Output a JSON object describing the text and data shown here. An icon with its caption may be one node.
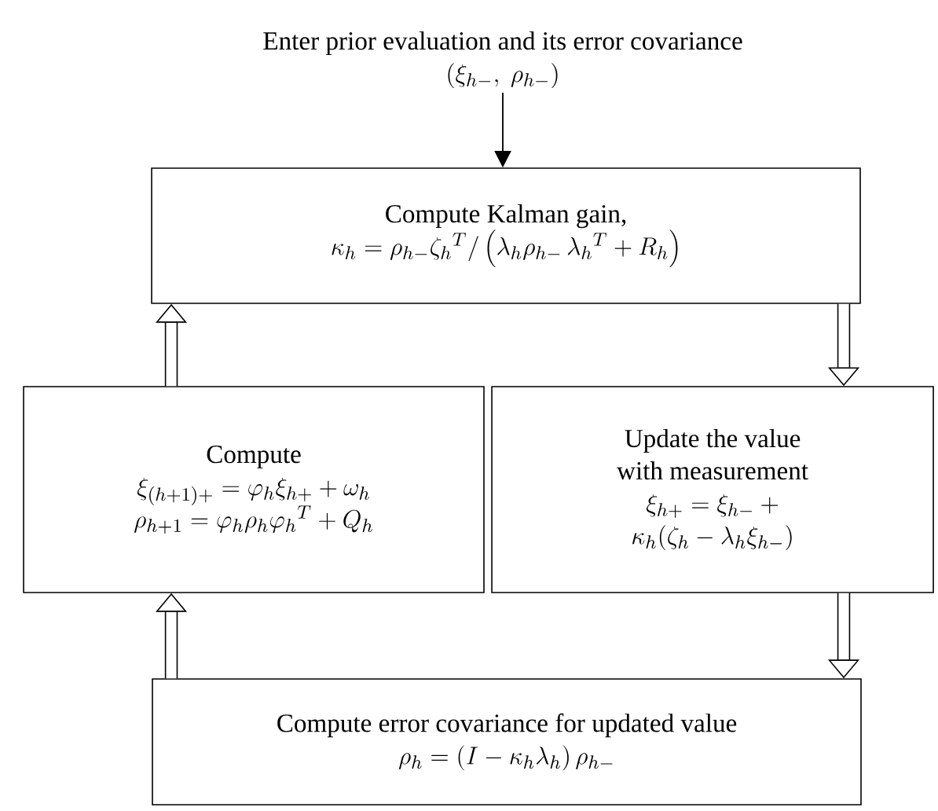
{
  "diagram": {
    "nodes": [
      {
        "text": [
          "Enter prior evaluation and its error covariance",
          "(\\xi_{h-},\\ \\rho_{h-})"
        ]
      },
      {
        "text": [
          "Compute Kalman gain,",
          "\\kappa_h = \\rho_{h-}\\zeta_h{}^T/\\left(\\lambda_h\\rho_{h-}\\,\\lambda_h{}^T + R_h\\right)"
        ]
      },
      {
        "text": [
          "Compute",
          "\\xi_{(h+1)+} = \\varphi_h\\xi_{h+} + \\omega_h",
          "\\rho_{h+1} = \\varphi_h\\rho_h\\varphi_h{}^T + Q_h"
        ]
      },
      {
        "text": [
          "Update the value with measurement",
          "\\xi_{h+} = \\xi_{h-} + \\kappa_h(\\zeta_h - \\lambda_h\\xi_{h-})"
        ]
      },
      {
        "text": [
          "Compute error covariance for updated value",
          "\\rho_h = (I - \\kappa_h\\lambda_h)\\,\\rho_{h-}"
        ]
      }
    ],
    "edges": [
      {
        "from": 0,
        "to": 1,
        "arrow": "to"
      },
      {
        "from": 1,
        "to": 3,
        "arrow": "to"
      },
      {
        "from": 3,
        "to": 4,
        "arrow": "to"
      },
      {
        "from": 4,
        "to": 2,
        "arrow": "to"
      },
      {
        "from": 2,
        "to": 1,
        "arrow": "to"
      }
    ]
  }
}
